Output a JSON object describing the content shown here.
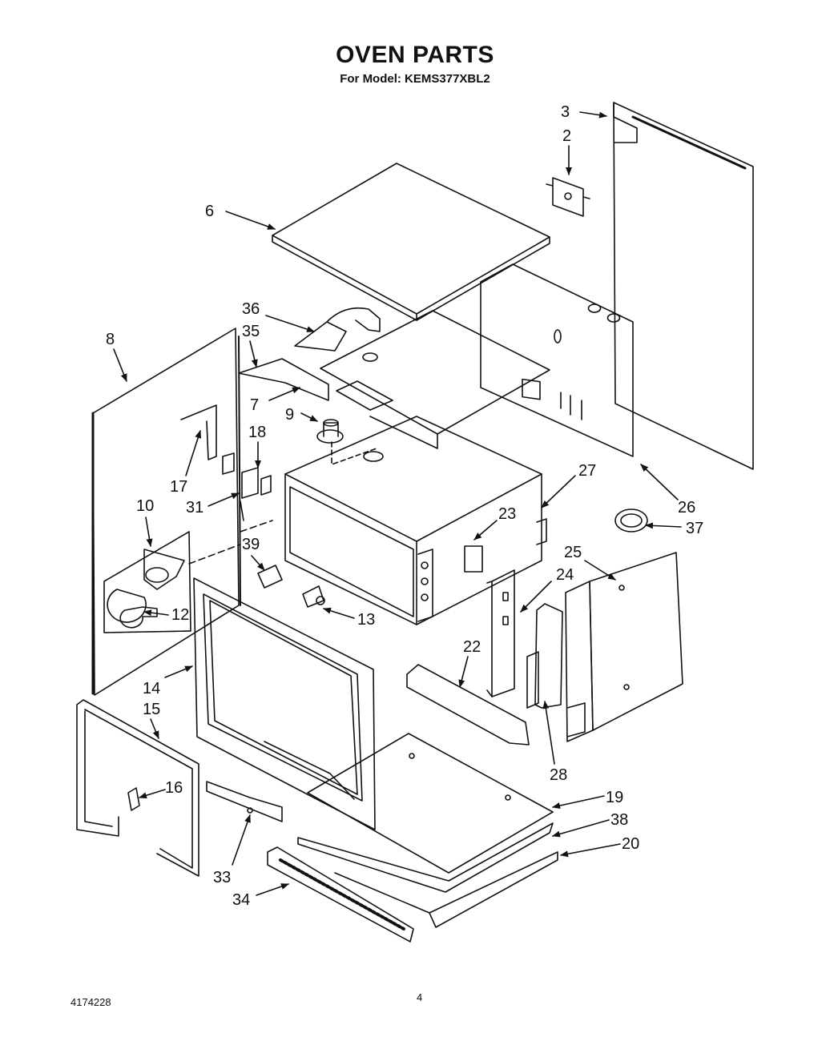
{
  "header": {
    "title": "OVEN PARTS",
    "subtitle": "For Model: KEMS377XBL2"
  },
  "footer": {
    "doc_number": "4174228",
    "page_number": "4"
  },
  "callouts": [
    {
      "id": "p3",
      "label": "3"
    },
    {
      "id": "p2",
      "label": "2"
    },
    {
      "id": "p6",
      "label": "6"
    },
    {
      "id": "p36",
      "label": "36"
    },
    {
      "id": "p35",
      "label": "35"
    },
    {
      "id": "p8",
      "label": "8"
    },
    {
      "id": "p7",
      "label": "7"
    },
    {
      "id": "p9",
      "label": "9"
    },
    {
      "id": "p18",
      "label": "18"
    },
    {
      "id": "p17",
      "label": "17"
    },
    {
      "id": "p31",
      "label": "31"
    },
    {
      "id": "p10",
      "label": "10"
    },
    {
      "id": "p27",
      "label": "27"
    },
    {
      "id": "p26",
      "label": "26"
    },
    {
      "id": "p37",
      "label": "37"
    },
    {
      "id": "p23",
      "label": "23"
    },
    {
      "id": "p25",
      "label": "25"
    },
    {
      "id": "p24",
      "label": "24"
    },
    {
      "id": "p39",
      "label": "39"
    },
    {
      "id": "p12",
      "label": "12"
    },
    {
      "id": "p13",
      "label": "13"
    },
    {
      "id": "p22",
      "label": "22"
    },
    {
      "id": "p14",
      "label": "14"
    },
    {
      "id": "p15",
      "label": "15"
    },
    {
      "id": "p16",
      "label": "16"
    },
    {
      "id": "p28",
      "label": "28"
    },
    {
      "id": "p19",
      "label": "19"
    },
    {
      "id": "p38",
      "label": "38"
    },
    {
      "id": "p20",
      "label": "20"
    },
    {
      "id": "p33",
      "label": "33"
    },
    {
      "id": "p34",
      "label": "34"
    }
  ]
}
